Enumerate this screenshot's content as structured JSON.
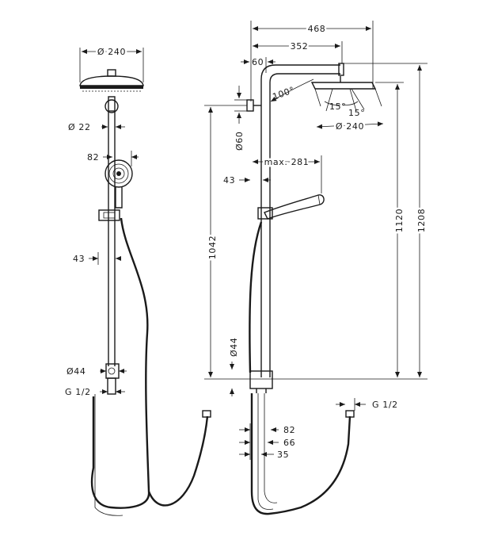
{
  "dimensions": {
    "head_diameter_front": "Ø 240",
    "arm_diameter": "Ø 22",
    "handshower_offset": "82",
    "rail_offset": "43",
    "mixer_diameter_front": "Ø44",
    "connection_front": "G 1/2",
    "total_reach": "468",
    "arm_reach": "352",
    "wall_offset": "60",
    "tilt_angle": "100°",
    "wall_bracket_diameter": "Ø60",
    "tilt_left": "15°",
    "tilt_right": "15°",
    "head_diameter_side": "Ø 240",
    "max_handshower_reach": "max. 281",
    "rail_offset_side": "43",
    "bracket_height": "1042",
    "mixer_diameter_side": "Ø44",
    "head_height": "1120",
    "total_height": "1208",
    "connection_side": "G 1/2",
    "offset_82": "82",
    "offset_66": "66",
    "offset_35": "35"
  }
}
